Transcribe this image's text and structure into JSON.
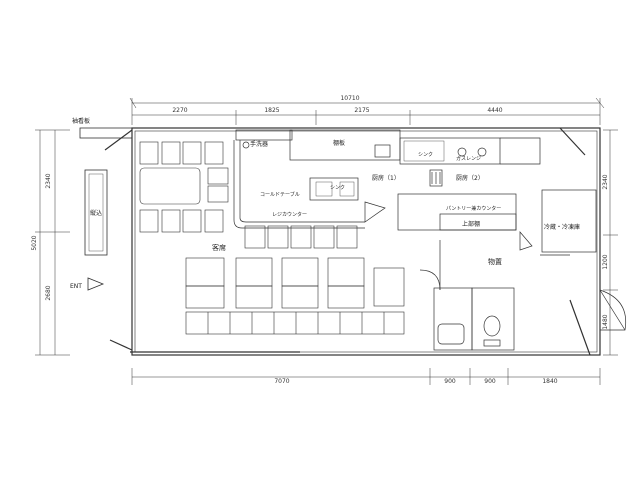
{
  "dimensions": {
    "total_width": "10710",
    "top_segments": [
      "2270",
      "1825",
      "2175",
      "4440"
    ],
    "bottom_segments": [
      "7070",
      "900",
      "900",
      "1840"
    ],
    "left_heights": [
      "2340",
      "2680"
    ],
    "left_total": "5020",
    "right_heights": [
      "2340",
      "1200",
      "1480"
    ]
  },
  "labels": {
    "signboard": "袖看板",
    "hand_wash": "手洗器",
    "shelf": "棚板",
    "sink_left": "シンク",
    "stove": "ガスレンジ",
    "kitchen1": "厨房（1）",
    "kitchen2": "厨房（2）",
    "cold_table": "コールドテーブル",
    "small_sink": "シンク",
    "register": "レジカウンター",
    "pantry": "パントリー兼カウンター",
    "upper_shelf": "上部棚",
    "fridge": "冷蔵・冷凍庫",
    "dining": "客席",
    "storage": "物置",
    "window": "縦込",
    "entrance": "ENT"
  }
}
